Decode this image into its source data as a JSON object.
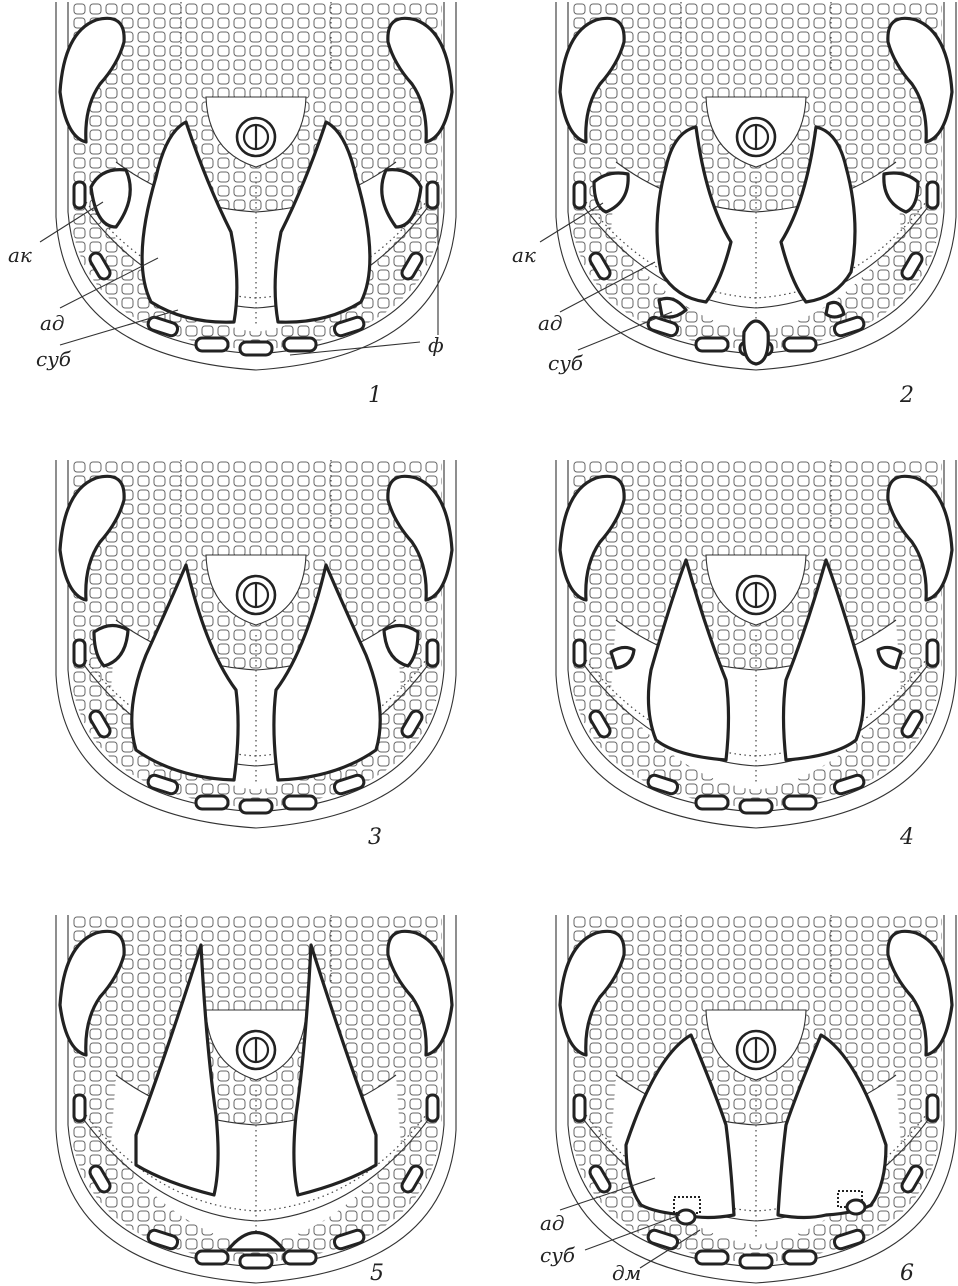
{
  "panels": [
    {
      "number": "1"
    },
    {
      "number": "2"
    },
    {
      "number": "3"
    },
    {
      "number": "4"
    },
    {
      "number": "5"
    },
    {
      "number": "6"
    }
  ],
  "labels": {
    "p1_ak": "ак",
    "p1_ad": "ад",
    "p1_sub": "суб",
    "p1_f": "ф",
    "p2_ak": "ак",
    "p2_ad": "ад",
    "p2_sub": "суб",
    "p6_ad": "ад",
    "p6_sub": "суб",
    "p6_dm": "дм"
  }
}
